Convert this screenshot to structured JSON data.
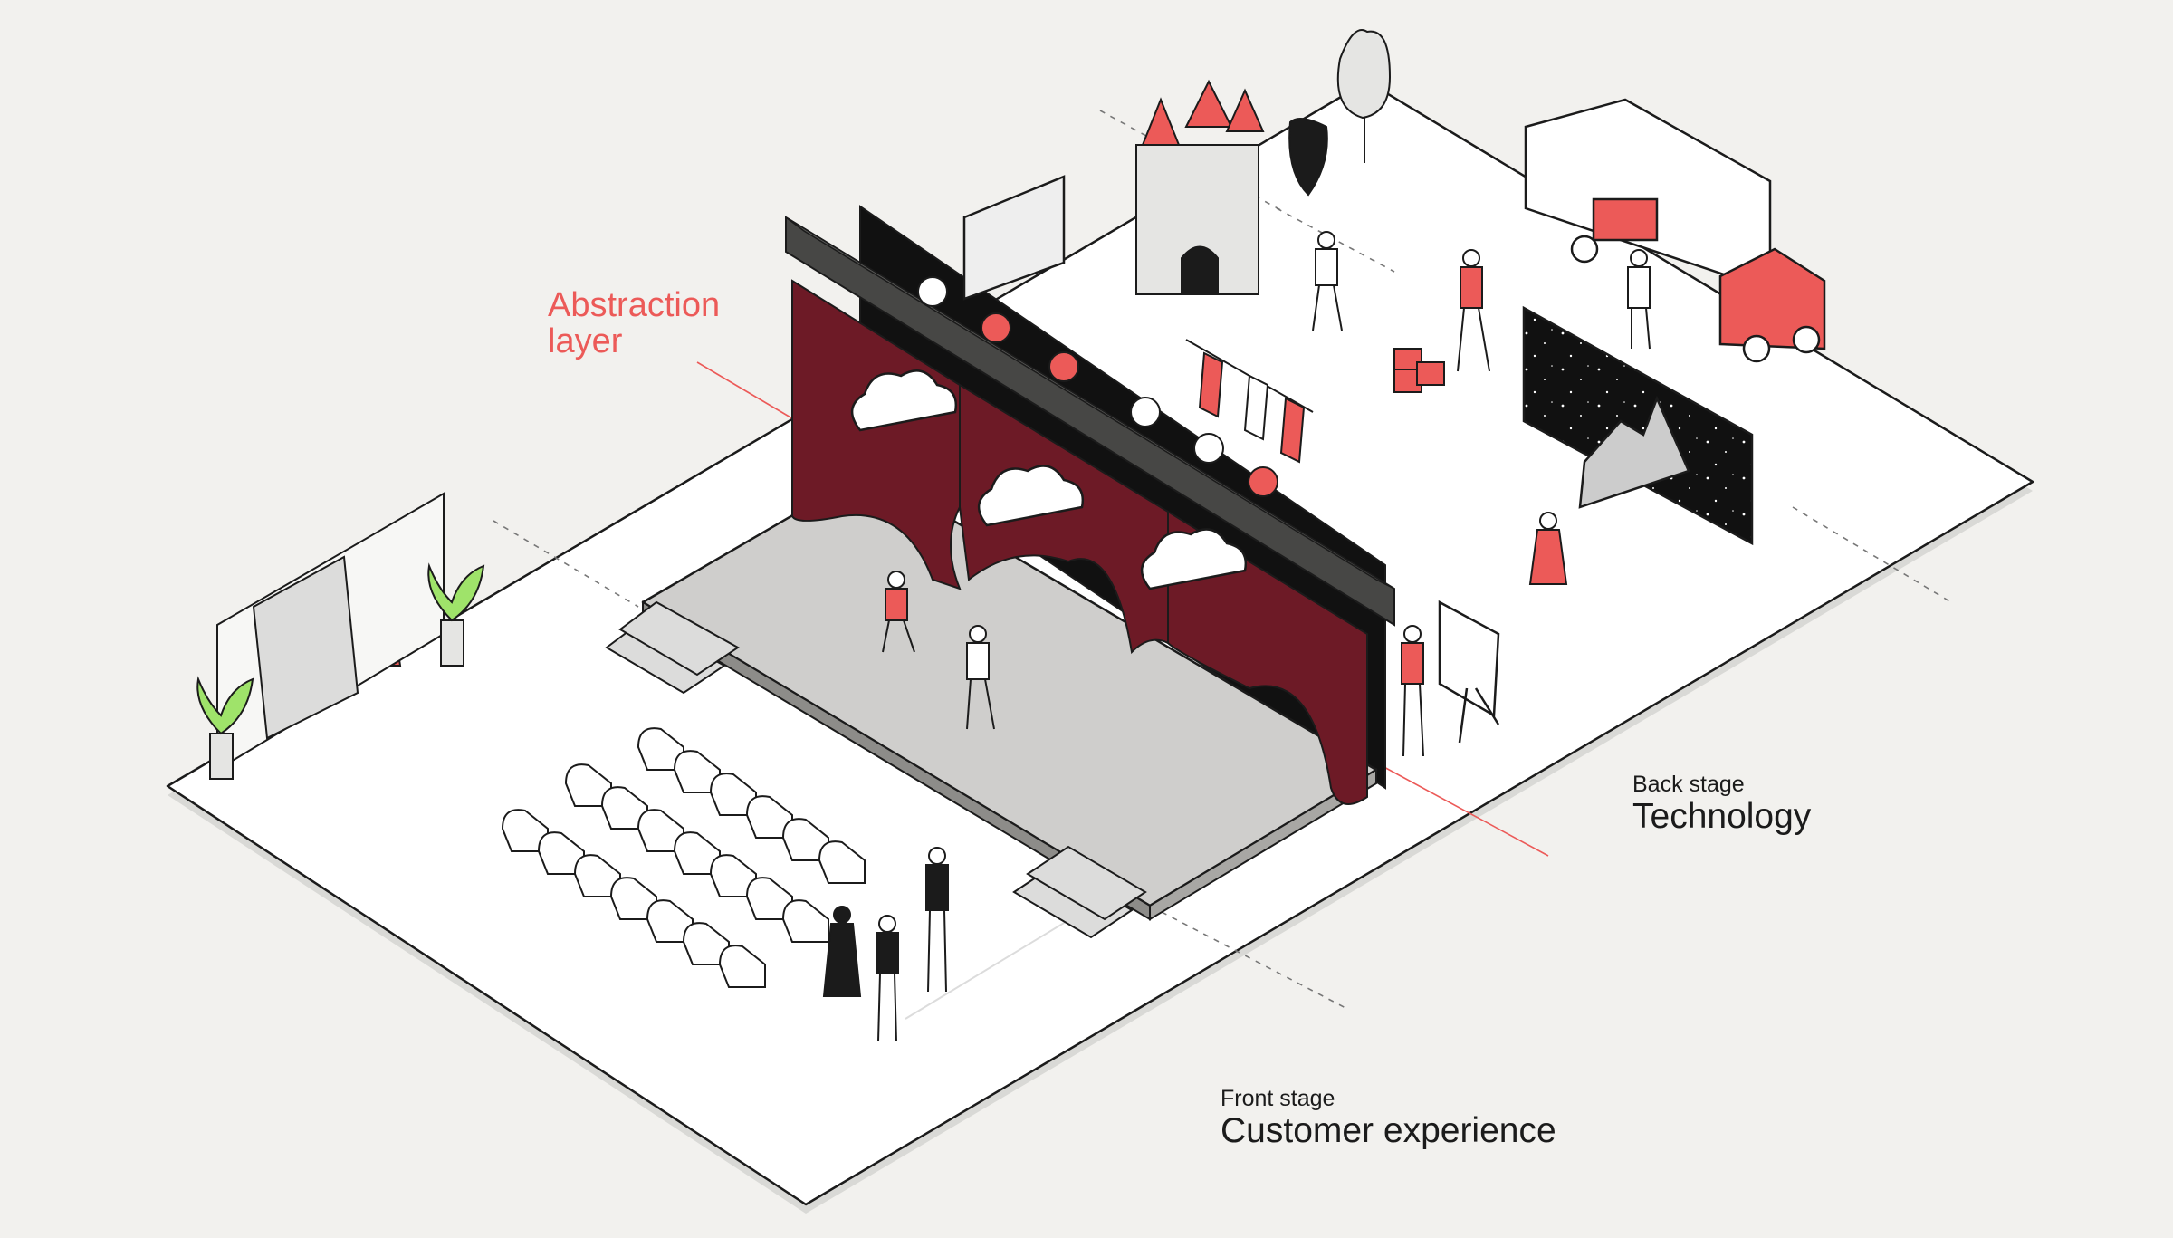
{
  "labels": {
    "abstraction_line1": "Abstraction",
    "abstraction_line2": "layer",
    "backstage_small": "Back stage",
    "backstage_big": "Technology",
    "frontstage_small": "Front stage",
    "frontstage_big": "Customer experience"
  },
  "colors": {
    "background": "#f2f1ee",
    "accent_red": "#ec5a58",
    "curtain": "#6d1a26",
    "dark": "#1b1b1b",
    "stage_grey": "#cfcecc",
    "floor": "#ffffff"
  },
  "icons": {
    "audience": "chair-icon",
    "people": "person-icon",
    "lights": "spotlight-icon",
    "props": "castle-icon",
    "vehicle": "truck-icon"
  }
}
